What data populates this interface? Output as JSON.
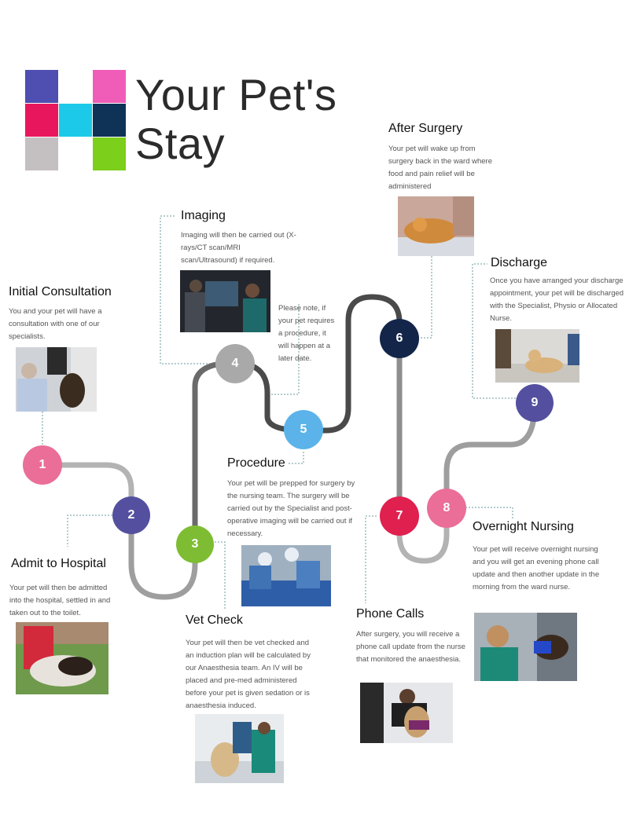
{
  "header": {
    "title_line1": "Your Pet's",
    "title_line2": "Stay"
  },
  "colors": {
    "logo": [
      "#4e4fb0",
      "#ffffff",
      "#f05db8",
      "#e8175d",
      "#1cc9e8",
      "#0f3257",
      "#c4bfc1",
      "#ffffff",
      "#7ccf1a"
    ],
    "node1": "#ea6e98",
    "node2": "#54509f",
    "node3": "#7ebd33",
    "node4": "#a9a9a9",
    "node5": "#5bb3ea",
    "node6": "#14254a",
    "node7": "#e0204f",
    "node8": "#ea6e98",
    "node9": "#54509f",
    "path_light": "#b3b3b3",
    "path_dark": "#4a4a4a"
  },
  "steps": [
    {
      "num": "1",
      "title": "Initial Consultation",
      "desc": "You and your pet will have a consultation with one of our specialists.",
      "photo": "specialist-with-dog-photo"
    },
    {
      "num": "2",
      "title": "Admit to Hospital",
      "desc": "Your pet will then be admitted into the hospital, settled in and taken out to the toilet.",
      "photo": "dog-on-grass-photo"
    },
    {
      "num": "3",
      "title": "Vet Check",
      "desc": "Your pet will then be vet checked and an induction plan will be calculated by our Anaesthesia team. An IV will be placed and pre-med administered before your pet is given sedation or is anaesthesia induced.",
      "photo": "vets-examining-dog-photo"
    },
    {
      "num": "4",
      "title": "Imaging",
      "desc": "Imaging will then be carried out (X-rays/CT scan/MRI scan/Ultrasound) if required.",
      "photo": "imaging-screen-photo"
    },
    {
      "num": "5",
      "title": "Procedure",
      "desc": "Your pet will be prepped for surgery by the nursing team. The surgery will be carried out by the Specialist and post-operative imaging will be carried out if necessary.",
      "photo": "surgery-theatre-photo"
    },
    {
      "num": "6",
      "title": "After Surgery",
      "desc": "Your pet will wake up from surgery back in the ward where food and pain relief will be administered",
      "photo": "cat-recovering-photo"
    },
    {
      "num": "7",
      "title": "Phone Calls",
      "desc": "After surgery, you will receive a phone call update from the nurse that monitored the anaesthesia.",
      "photo": "nurse-with-dog-photo"
    },
    {
      "num": "8",
      "title": "Overnight  Nursing",
      "desc": "Your pet will receive overnight nursing and you will get an evening phone call update and then another update in the morning from the ward nurse.",
      "photo": "nurse-with-dachshund-photo"
    },
    {
      "num": "9",
      "title": "Discharge",
      "desc": "Once you have arranged your discharge appointment, your pet will be discharged with the Specialist, Physio or Allocated Nurse.",
      "photo": "dog-leaving-photo"
    }
  ],
  "note": "Please note, if your pet requires a procedure, it will happen at a later date."
}
